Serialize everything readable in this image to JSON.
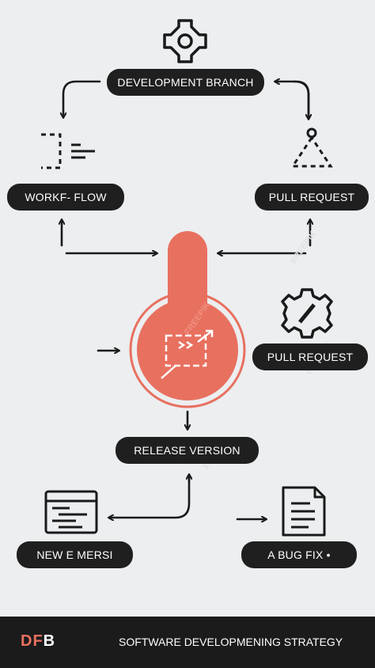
{
  "nodes": {
    "development_branch": "DEVELOPMENT BRANCH",
    "workflow": "WORKF- FLOW",
    "pull_request_top": "PULL REQUEST",
    "pull_request_mid": "PULL REQUEST",
    "release_version": "RELEASE VERSION",
    "new_version": "NEW E MERSI",
    "bug_fix": "A BUG FIX •"
  },
  "footer": {
    "logo_part1": "DF",
    "logo_part2": "B",
    "title": "SOFTWARE DEVELOPMENING STRATEGY"
  },
  "colors": {
    "accent": "#e8705f",
    "pill_bg": "#1f1f1f",
    "background": "#eceef0",
    "footer_bg": "#1b1b1b"
  },
  "icons": [
    "gear-icon",
    "flow-icon",
    "triangle-nodes-icon",
    "gear-wrench-icon",
    "merge-icon",
    "code-window-icon",
    "document-icon"
  ]
}
